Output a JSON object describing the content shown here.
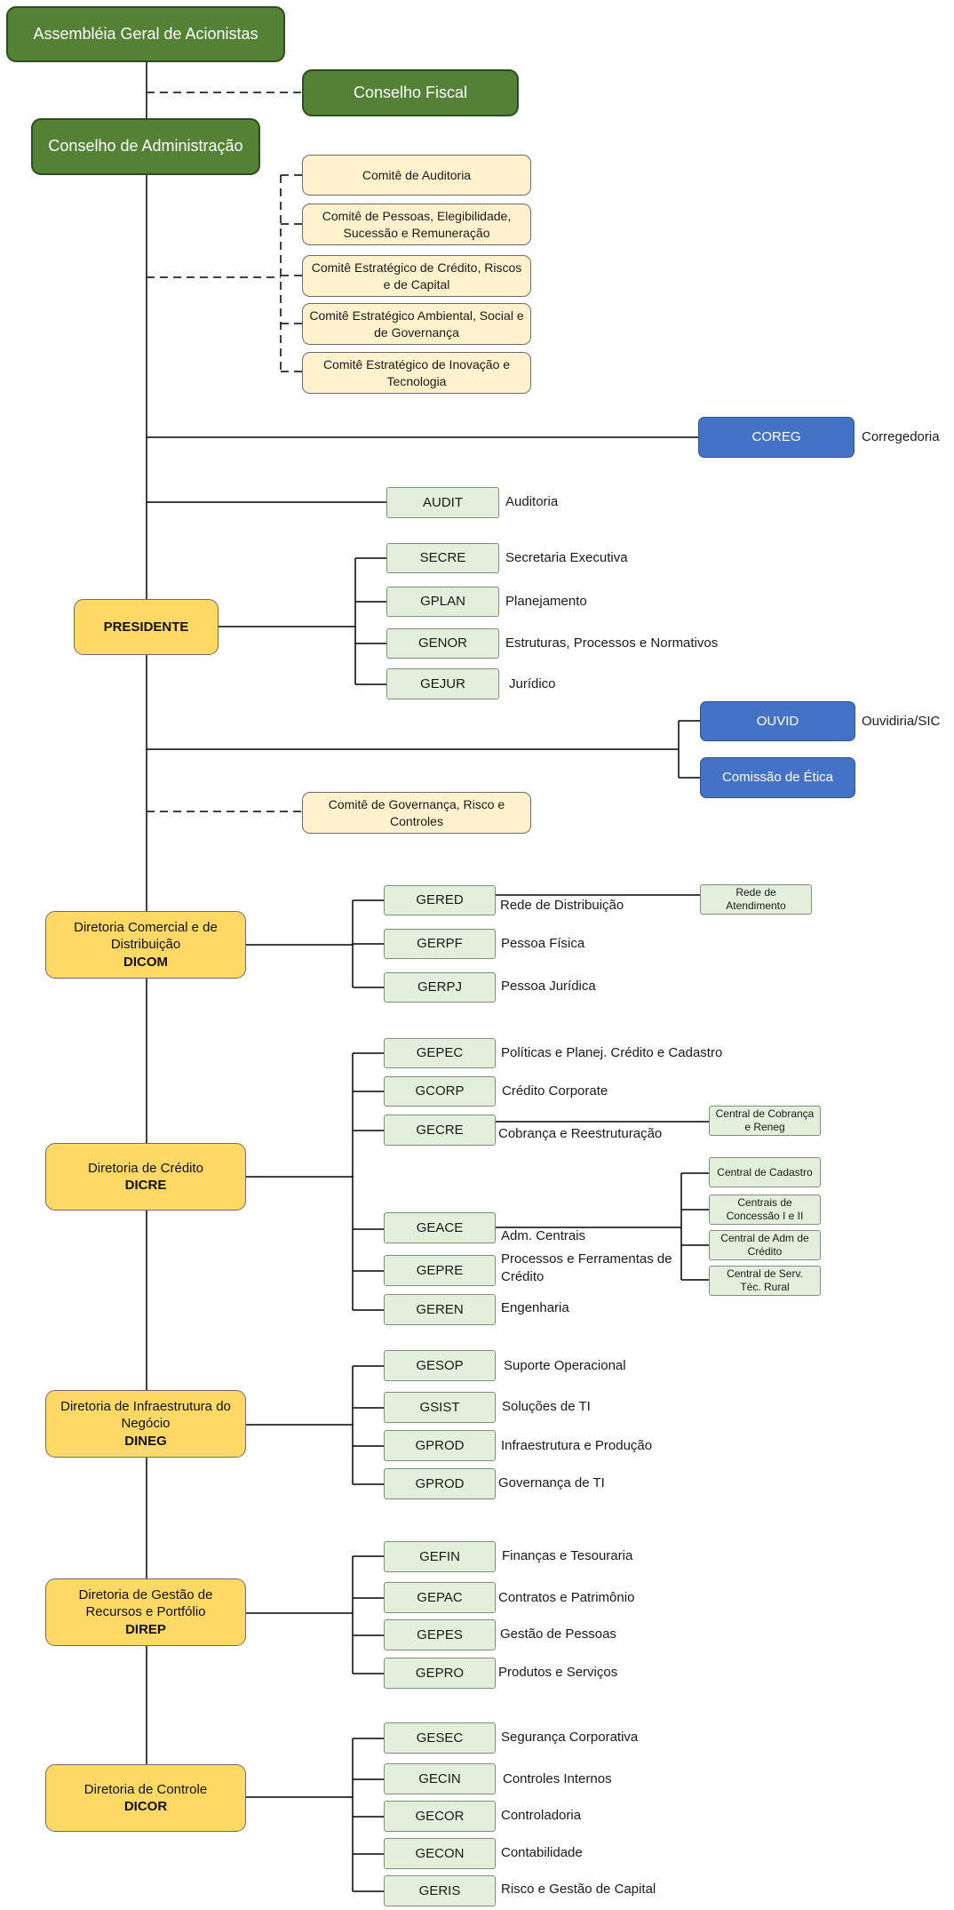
{
  "top": {
    "assembleia": "Assembléia Geral de Acionistas",
    "conselho_fiscal": "Conselho Fiscal",
    "conselho_adm": "Conselho de Administração"
  },
  "comites": [
    "Comitê de Auditoria",
    "Comitê de Pessoas, Elegibilidade, Sucessão e Remuneração",
    "Comitê Estratégico de Crédito, Riscos e de Capital",
    "Comitê Estratégico Ambiental, Social e de Governança",
    "Comitê Estratégico de Inovação e Tecnologia"
  ],
  "coreg": {
    "code": "COREG",
    "label": "Corregedoria"
  },
  "audit": {
    "code": "AUDIT",
    "label": "Auditoria"
  },
  "presidente": {
    "title": "PRESIDENTE",
    "units": [
      {
        "code": "SECRE",
        "label": "Secretaria Executiva"
      },
      {
        "code": "GPLAN",
        "label": "Planejamento"
      },
      {
        "code": "GENOR",
        "label": "Estruturas, Processos e Normativos"
      },
      {
        "code": "GEJUR",
        "label": "Jurídico"
      }
    ]
  },
  "ouvid": {
    "code": "OUVID",
    "label": "Ouvidiria/SIC"
  },
  "etica": "Comissão de Ética",
  "comite_gov": "Comitê de Governança, Risco e Controles",
  "dicom": {
    "name": "Diretoria Comercial e de Distribuição",
    "code": "DICOM",
    "units": [
      {
        "code": "GERED",
        "label": "Rede de Distribuição"
      },
      {
        "code": "GERPF",
        "label": "Pessoa Física"
      },
      {
        "code": "GERPJ",
        "label": "Pessoa Jurídica"
      }
    ],
    "rede_atendimento": "Rede de Atendimento"
  },
  "dicre": {
    "name": "Diretoria de Crédito",
    "code": "DICRE",
    "units": [
      {
        "code": "GEPEC",
        "label": "Políticas e Planej. Crédito e Cadastro"
      },
      {
        "code": "GCORP",
        "label": "Crédito Corporate"
      },
      {
        "code": "GECRE",
        "label": "Cobrança e Reestruturação"
      },
      {
        "code": "GEACE",
        "label": "Adm. Centrais"
      },
      {
        "code": "GEPRE",
        "label": "Processos e Ferramentas de Crédito"
      },
      {
        "code": "GEREN",
        "label": "Engenharia"
      }
    ],
    "central_cobranca": "Central de Cobrança e Reneg",
    "centrais": [
      "Central de Cadastro",
      "Centrais de Concessão I e II",
      "Central de Adm de Crédito",
      "Central de Serv. Téc. Rural"
    ]
  },
  "dineg": {
    "name": "Diretoria de Infraestrutura do Negócio",
    "code": "DINEG",
    "units": [
      {
        "code": "GESOP",
        "label": "Suporte Operacional"
      },
      {
        "code": "GSIST",
        "label": "Soluções de TI"
      },
      {
        "code": "GPROD",
        "label": "Infraestrutura e Produção"
      },
      {
        "code": "GPROD",
        "label": "Governança de TI"
      }
    ]
  },
  "direp": {
    "name": "Diretoria de Gestão de Recursos e Portfólio",
    "code": "DIREP",
    "units": [
      {
        "code": "GEFIN",
        "label": "Finanças e Tesouraria"
      },
      {
        "code": "GEPAC",
        "label": "Contratos e Patrimônio"
      },
      {
        "code": "GEPES",
        "label": "Gestão de Pessoas"
      },
      {
        "code": "GEPRO",
        "label": "Produtos e Serviços"
      }
    ]
  },
  "dicor": {
    "name": "Diretoria de Controle",
    "code": "DICOR",
    "units": [
      {
        "code": "GESEC",
        "label": "Segurança Corporativa"
      },
      {
        "code": "GECIN",
        "label": "Controles Internos"
      },
      {
        "code": "GECOR",
        "label": "Controladoria"
      },
      {
        "code": "GECON",
        "label": "Contabilidade"
      },
      {
        "code": "GERIS",
        "label": "Risco e Gestão de Capital"
      }
    ]
  },
  "colors": {
    "board": "#538135",
    "committee": "#fff2cc",
    "special": "#4472c4",
    "directorate": "#ffd966",
    "unit": "#e2efda",
    "line": "#000000"
  }
}
